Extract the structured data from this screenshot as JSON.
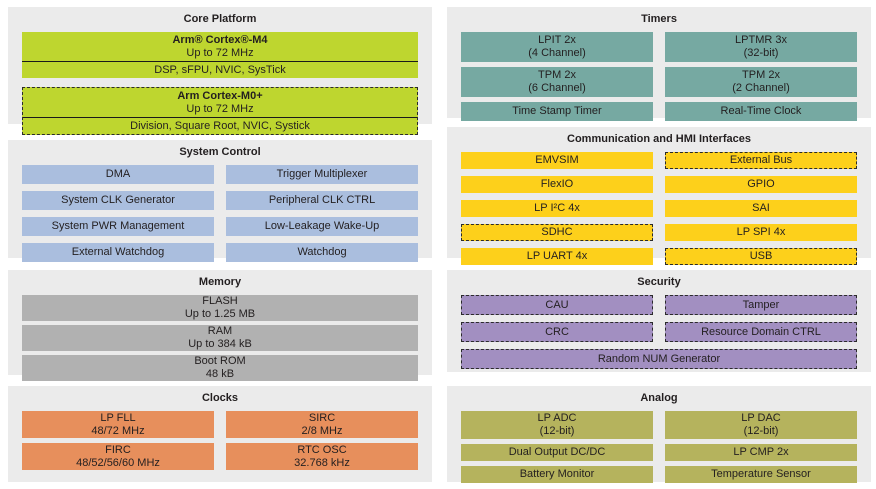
{
  "colors": {
    "panel_bg": "#ebebeb",
    "core_green": "#bed62f",
    "system_blue": "#aabede",
    "memory_gray": "#b1b1b1",
    "clocks_orange": "#e78f5c",
    "timers_teal": "#76a9a2",
    "comm_yellow": "#fdd01b",
    "security_purple": "#a28fc1",
    "analog_olive": "#b5b35d",
    "text": "#231f20"
  },
  "core_platform": {
    "title": "Core Platform",
    "m4": {
      "name": "Arm® Cortex®-M4",
      "clock": "Up to 72 MHz",
      "features": "DSP, sFPU, NVIC, SysTick"
    },
    "m0plus": {
      "name": "Arm Cortex-M0+",
      "clock": "Up to 72 MHz",
      "features": "Division, Square Root, NVIC, Systick"
    }
  },
  "system_control": {
    "title": "System Control",
    "items": [
      "DMA",
      "Trigger Multiplexer",
      "System CLK Generator",
      "Peripheral CLK CTRL",
      "System PWR Management",
      "Low-Leakage Wake-Up",
      "External Watchdog",
      "Watchdog"
    ]
  },
  "memory": {
    "title": "Memory",
    "items": [
      {
        "name": "FLASH",
        "detail": "Up to 1.25 MB"
      },
      {
        "name": "RAM",
        "detail": "Up to 384 kB"
      },
      {
        "name": "Boot ROM",
        "detail": "48 kB"
      }
    ]
  },
  "clocks": {
    "title": "Clocks",
    "items": [
      {
        "name": "LP FLL",
        "detail": "48/72 MHz"
      },
      {
        "name": "SIRC",
        "detail": "2/8 MHz"
      },
      {
        "name": "FIRC",
        "detail": "48/52/56/60 MHz"
      },
      {
        "name": "RTC OSC",
        "detail": "32.768 kHz"
      }
    ]
  },
  "timers": {
    "title": "Timers",
    "items": [
      {
        "name": "LPIT 2x",
        "detail": "(4 Channel)"
      },
      {
        "name": "LPTMR 3x",
        "detail": "(32-bit)"
      },
      {
        "name": "TPM 2x",
        "detail": "(6 Channel)"
      },
      {
        "name": "TPM 2x",
        "detail": "(2 Channel)"
      },
      {
        "name": "Time Stamp Timer"
      },
      {
        "name": "Real-Time Clock"
      }
    ]
  },
  "communication": {
    "title": "Communication and HMI Interfaces",
    "items": [
      "EMVSIM",
      "External Bus",
      "FlexIO",
      "GPIO",
      "LP I²C 4x",
      "SAI",
      "SDHC",
      "LP SPI 4x",
      "LP UART 4x",
      "USB"
    ]
  },
  "security": {
    "title": "Security",
    "items": [
      "CAU",
      "Tamper",
      "CRC",
      "Resource Domain CTRL",
      "Random NUM Generator"
    ]
  },
  "analog": {
    "title": "Analog",
    "items": [
      {
        "name": "LP ADC",
        "detail": "(12-bit)"
      },
      {
        "name": "LP DAC",
        "detail": "(12-bit)"
      },
      {
        "name": "Dual Output DC/DC"
      },
      {
        "name": "LP CMP 2x"
      },
      {
        "name": "Battery Monitor"
      },
      {
        "name": "Temperature Sensor"
      }
    ]
  }
}
